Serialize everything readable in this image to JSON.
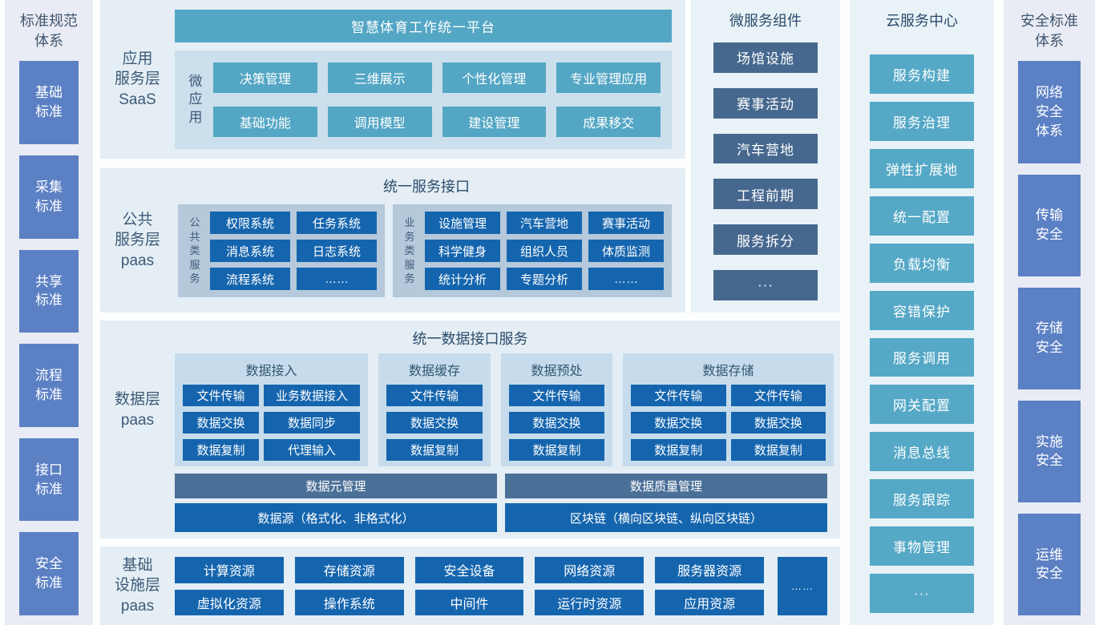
{
  "colors": {
    "teal": "#53a6c4",
    "strong_blue": "#1565ae",
    "slate_bar": "#4b7098",
    "steel_box": "#46688f",
    "periwinkle": "#5b80c4",
    "section_bg": "#e4eef4",
    "standards_panel_bg": "#e9ecf4"
  },
  "left_panel": {
    "title": "标准规范\n体系",
    "items": [
      "基础\n标准",
      "采集\n标准",
      "共享\n标准",
      "流程\n标准",
      "接口\n标准",
      "安全\n标准"
    ]
  },
  "saas": {
    "label": "应用\n服务层\nSaaS",
    "header": "智慧体育工作统一平台",
    "micro_app_label": "微\n应\n用",
    "apps": [
      "决策管理",
      "三维展示",
      "个性化管理",
      "专业管理应用",
      "基础功能",
      "调用模型",
      "建设管理",
      "成果移交"
    ]
  },
  "public_paas": {
    "label": "公共\n服务层\npaas",
    "title": "统一服务接口",
    "public_group": {
      "vertical_label": "公\n共\n类\n服\n务",
      "items": [
        "权限系统",
        "任务系统",
        "消息系统",
        "日志系统",
        "流程系统",
        "……"
      ]
    },
    "business_group": {
      "vertical_label": "业\n务\n类\n服\n务",
      "items": [
        "设施管理",
        "汽车营地",
        "赛事活动",
        "科学健身",
        "组织人员",
        "体质监测",
        "统计分析",
        "专题分析",
        "……"
      ]
    }
  },
  "data_layer": {
    "label": "数据层\npaas",
    "title": "统一数据接口服务",
    "group_access": {
      "title": "数据接入",
      "items": [
        "文件传输",
        "业务数据接入",
        "数据交换",
        "数据同步",
        "数据复制",
        "代理输入"
      ]
    },
    "group_cache": {
      "title": "数据缓存",
      "items": [
        "文件传输",
        "数据交换",
        "数据复制"
      ]
    },
    "group_pre": {
      "title": "数据预处",
      "items": [
        "文件传输",
        "数据交换",
        "数据复制"
      ]
    },
    "group_store": {
      "title": "数据存储",
      "items": [
        "文件传输",
        "文件传输",
        "数据交换",
        "数据交换",
        "数据复制",
        "数据复制"
      ]
    },
    "bars": {
      "meta": "数据元管理",
      "quality": "数据质量管理",
      "source": "数据源（格式化、非格式化）",
      "blockchain": "区块链（横向区块链、纵向区块链）"
    }
  },
  "infra": {
    "label": "基础\n设施层\npaas",
    "row1": [
      "计算资源",
      "存储资源",
      "安全设备",
      "网络资源",
      "服务器资源"
    ],
    "row2": [
      "虚拟化资源",
      "操作系统",
      "中间件",
      "运行时资源",
      "应用资源"
    ],
    "more": "……"
  },
  "microservices": {
    "title": "微服务组件",
    "items": [
      "场馆设施",
      "赛事活动",
      "汽车营地",
      "工程前期",
      "服务拆分",
      "···"
    ]
  },
  "cloud": {
    "title": "云服务中心",
    "items": [
      "服务构建",
      "服务治理",
      "弹性扩展地",
      "统一配置",
      "负载均衡",
      "容错保护",
      "服务调用",
      "网关配置",
      "消息总线",
      "服务跟踪",
      "事物管理",
      "···"
    ]
  },
  "right_panel": {
    "title": "安全标准\n体系",
    "items": [
      "网络\n安全\n体系",
      "传输\n安全",
      "存储\n安全",
      "实施\n安全",
      "运维\n安全"
    ]
  }
}
